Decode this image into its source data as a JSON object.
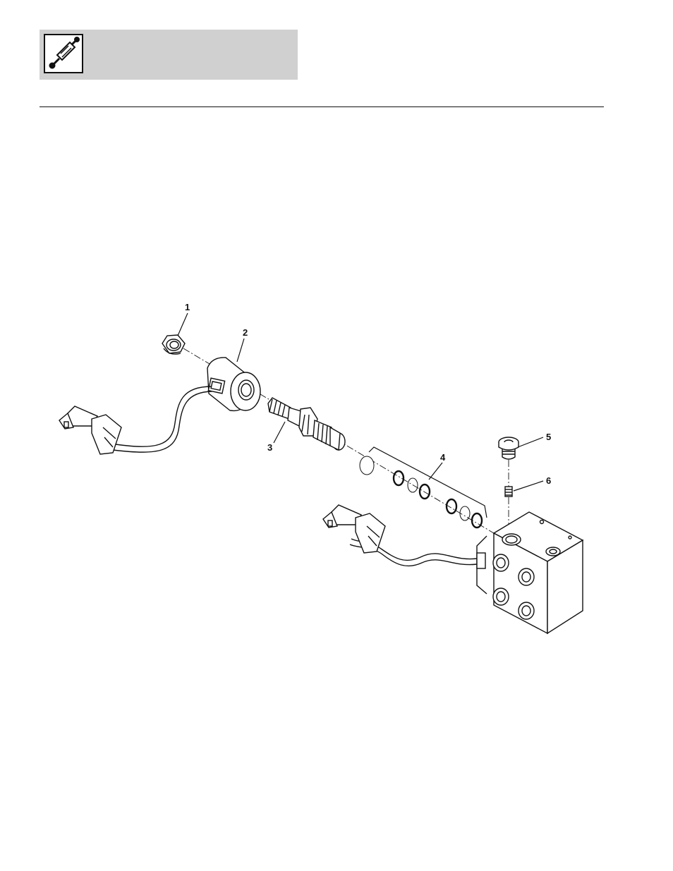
{
  "header": {
    "icon": "hydraulic-cylinder-icon",
    "background": "#d0d0d0"
  },
  "callouts": [
    {
      "id": "1",
      "label": "1"
    },
    {
      "id": "2",
      "label": "2"
    },
    {
      "id": "3",
      "label": "3"
    },
    {
      "id": "4",
      "label": "4"
    },
    {
      "id": "5",
      "label": "5"
    },
    {
      "id": "6",
      "label": "6"
    }
  ]
}
